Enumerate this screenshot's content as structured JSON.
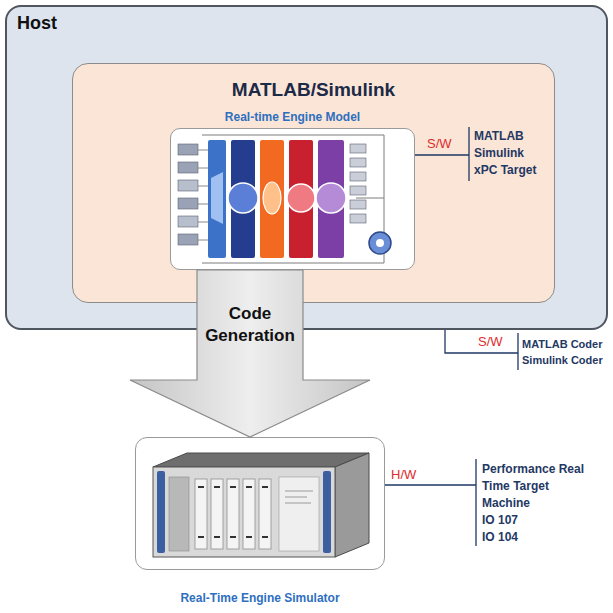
{
  "diagram": {
    "nodes": [
      {
        "text": [
          "Host"
        ]
      },
      {
        "text": [
          "MATLAB/Simulink"
        ],
        "in": 0
      },
      {
        "text": [
          "Real-time Engine Model"
        ],
        "in": 1
      },
      {
        "text": [
          "Real-Time Engine Simulator"
        ]
      }
    ],
    "edges": [
      {
        "from": 2,
        "to": 3,
        "arrow": "to",
        "label": "Code Generation"
      }
    ],
    "labels": [
      "S/W",
      "MATLAB",
      "Simulink",
      "xPC Target",
      "S/W",
      "MATLAB Coder",
      "Simulink Coder",
      "H/W",
      "Performance Real Time Target Machine",
      "IO 107",
      "IO 104"
    ]
  }
}
